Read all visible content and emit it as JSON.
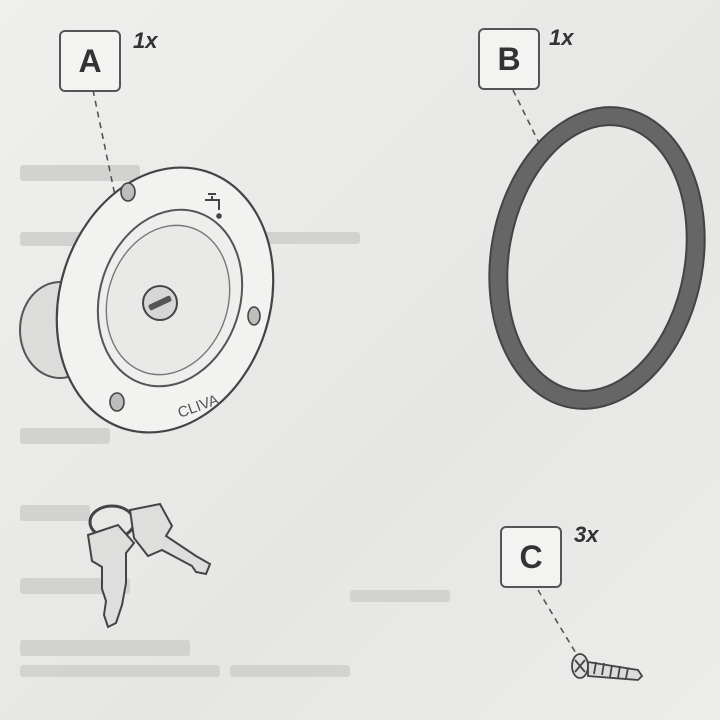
{
  "parts": [
    {
      "letter": "A",
      "quantity": "1x"
    },
    {
      "letter": "B",
      "quantity": "1x"
    },
    {
      "letter": "C",
      "quantity": "3x"
    }
  ],
  "cap_brand": "CLIVA"
}
